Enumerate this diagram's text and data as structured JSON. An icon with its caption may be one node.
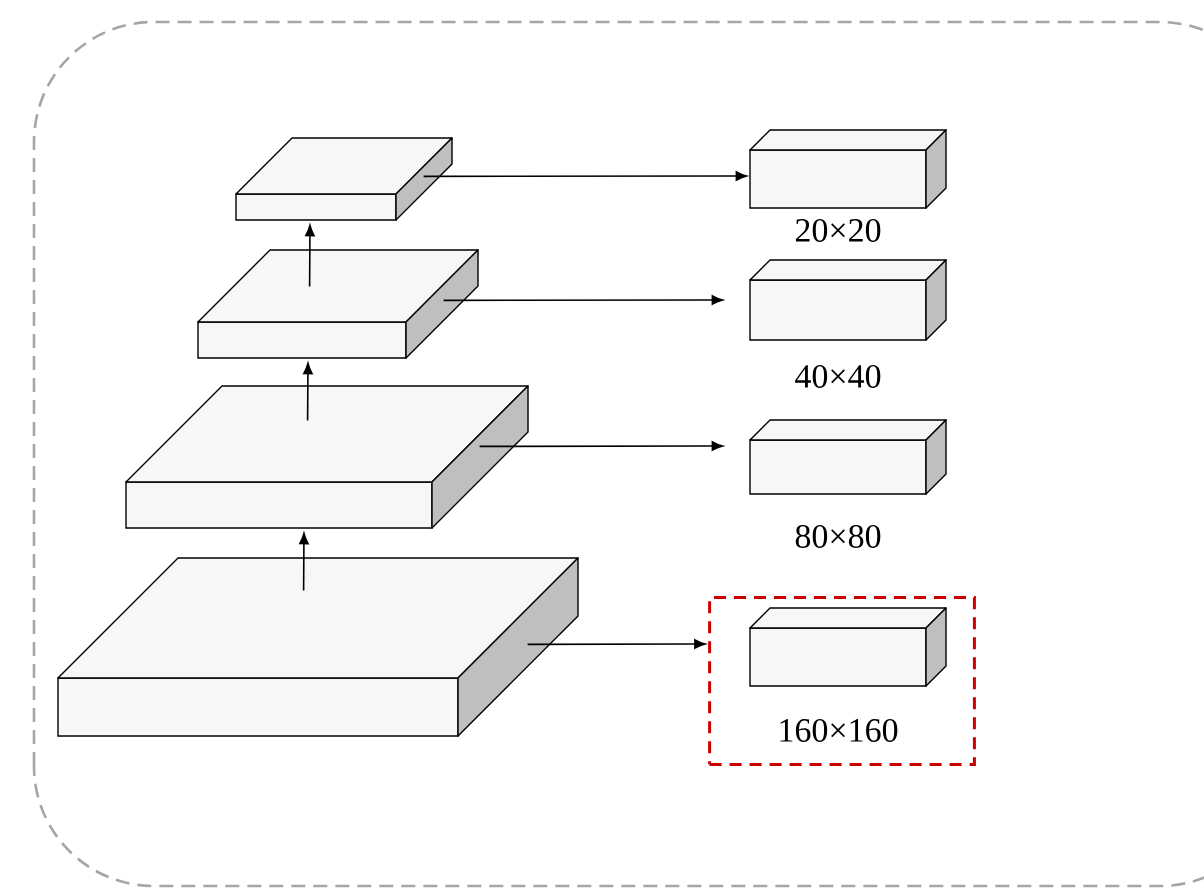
{
  "diagram": {
    "nodes": [
      {
        "text": [],
        "shape": "box"
      },
      {
        "text": [],
        "shape": "box",
        "beside": [
          "20×20"
        ]
      },
      {
        "text": [],
        "shape": "box"
      },
      {
        "text": [],
        "shape": "box",
        "beside": [
          "40×40"
        ]
      },
      {
        "text": [],
        "shape": "box"
      },
      {
        "text": [],
        "shape": "box",
        "beside": [
          "80×80"
        ]
      },
      {
        "text": [],
        "shape": "box"
      },
      {
        "text": [],
        "shape": "box"
      },
      {
        "text": [],
        "shape": "box",
        "beside": [
          "160×160"
        ],
        "in": 7
      }
    ],
    "edges": [
      {
        "from": 0,
        "to": 1,
        "arrow": "to"
      },
      {
        "from": 2,
        "to": 3,
        "arrow": "to"
      },
      {
        "from": 4,
        "to": 5,
        "arrow": "to"
      },
      {
        "from": 6,
        "to": 7,
        "arrow": "to"
      },
      {
        "from": 6,
        "to": 4,
        "arrow": "to"
      },
      {
        "from": 4,
        "to": 2,
        "arrow": "to"
      },
      {
        "from": 2,
        "to": 0,
        "arrow": "to"
      }
    ]
  }
}
